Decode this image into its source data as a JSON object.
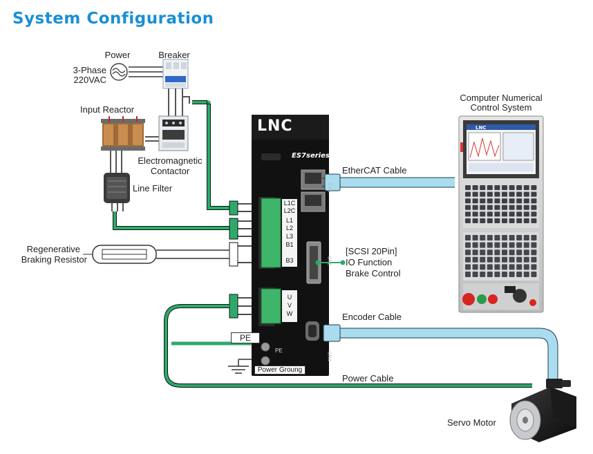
{
  "title": "System Configuration",
  "labels": {
    "power": "Power",
    "breaker": "Breaker",
    "three_phase_line1": "3-Phase",
    "three_phase_line2": "220VAC",
    "input_reactor": "Input Reactor",
    "contactor_line1": "Electromagnetic",
    "contactor_line2": "Contactor",
    "line_filter": "Line Filter",
    "regen_line1": "Regenerative",
    "regen_line2": "Braking Resistor",
    "cnc_line1": "Computer Numerical",
    "cnc_line2": "Control System",
    "ethercat": "EtherCAT Cable",
    "io_line1": "[SCSI 20Pin]",
    "io_line2": "IO Function",
    "io_line3": "Brake Control",
    "encoder": "Encoder Cable",
    "power_cable": "Power Cable",
    "servo_motor": "Servo Motor",
    "pe_box": "PE",
    "power_ground": "Power Groung"
  },
  "drive": {
    "brand": "LNC",
    "series": "ES7series",
    "terminals_top": [
      "L1C",
      "L2C",
      "L1",
      "L2",
      "L3",
      "B1",
      "B3"
    ],
    "terminals_motor": [
      "U",
      "V",
      "W"
    ],
    "pe_mark": "PE",
    "cn_labels": [
      "CN3",
      "CN2",
      "CN4"
    ]
  },
  "cnc": {
    "brand": "LNC"
  },
  "colors": {
    "title": "#1a8fd6",
    "cable_green": "#2daa6b",
    "cable_light_blue": "#a9dcef",
    "terminal_green": "#3fb56a",
    "drive_body": "#111111"
  }
}
